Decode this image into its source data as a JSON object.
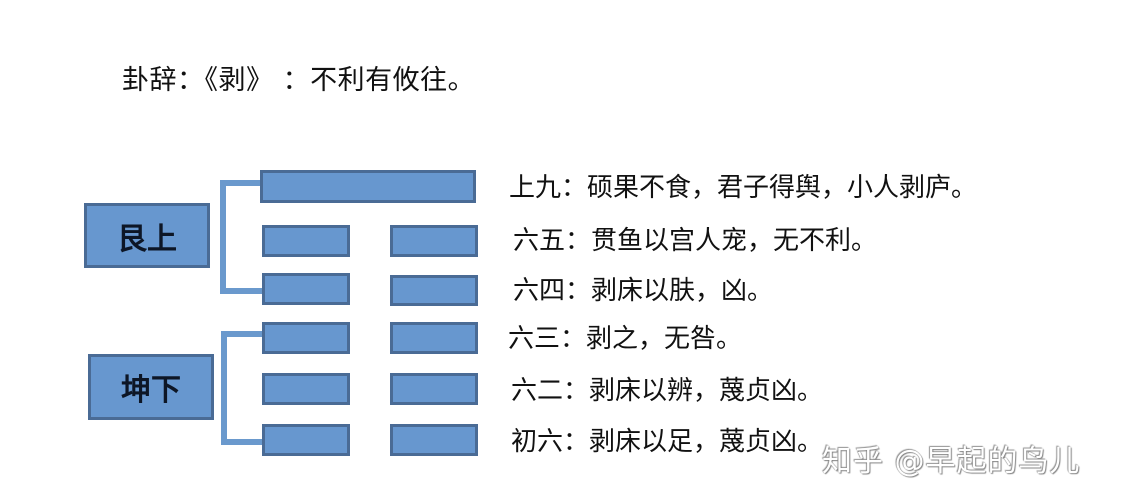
{
  "title": "卦辞：《剥》 ：不利有攸往。",
  "trigrams": {
    "upper": {
      "label": "艮上"
    },
    "lower": {
      "label": "坤下"
    }
  },
  "hexagram": {
    "name": "剥",
    "lines_top_to_bottom": [
      "yang",
      "yin",
      "yin",
      "yin",
      "yin",
      "yin"
    ]
  },
  "line_texts": [
    {
      "position": "上九",
      "text": "上九：硕果不食，君子得舆，小人剥庐。"
    },
    {
      "position": "六五",
      "text": "六五：贯鱼以宫人宠，无不利。"
    },
    {
      "position": "六四",
      "text": "六四：剥床以肤，凶。"
    },
    {
      "position": "六三",
      "text": "六三：剥之，无咎。"
    },
    {
      "position": "六二",
      "text": "六二：剥床以辨，蔑贞凶。"
    },
    {
      "position": "初六",
      "text": "初六：剥床以足，蔑贞凶。"
    }
  ],
  "watermark": "知乎 @早起的鸟儿",
  "colors": {
    "bar_fill": "#6797cf",
    "bar_border": "#4a6b95",
    "bracket": "#6a99cd"
  }
}
